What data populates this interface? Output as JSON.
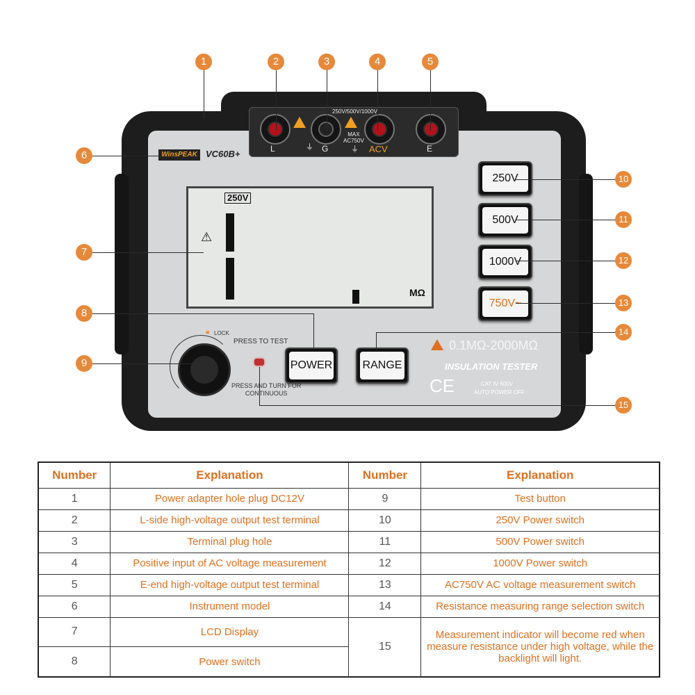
{
  "device": {
    "brand": "WinsPEAK",
    "model": "VC60B+",
    "terminal_header": "250V/500V/1000V",
    "terminal_labels": [
      "L",
      "G",
      "ACV",
      "E"
    ],
    "max_label": [
      "MAX",
      "AC750V"
    ],
    "lcd": {
      "range": "250V",
      "unit": "MΩ"
    },
    "buttons": {
      "b250": "250V",
      "b500": "500V",
      "b1000": "1000V",
      "b750": "750V~",
      "power": "POWER",
      "range": "RANGE"
    },
    "lock_label": "LOCK",
    "press_to_test": "PRESS TO TEST",
    "press_and_turn": [
      "PRESS AND TURN FOR",
      "CONTINUOUS"
    ],
    "range_text": "0.1MΩ-2000MΩ",
    "tester_label": "INSULATION TESTER",
    "ce_mark": "CE",
    "cat_text": "CAT IV 600V",
    "auto_off": "AUTO POWER OFF"
  },
  "callouts": [
    "1",
    "2",
    "3",
    "4",
    "5",
    "6",
    "7",
    "8",
    "9",
    "10",
    "11",
    "12",
    "13",
    "14",
    "15"
  ],
  "table": {
    "headers": [
      "Number",
      "Explanation",
      "Number",
      "Explanation"
    ],
    "left_rows": [
      {
        "num": "1",
        "text": "Power adapter hole plug DC12V"
      },
      {
        "num": "2",
        "text": "L-side high-voltage output test terminal"
      },
      {
        "num": "3",
        "text": "Terminal plug hole"
      },
      {
        "num": "4",
        "text": "Positive input of AC voltage measurement"
      },
      {
        "num": "5",
        "text": "E-end high-voltage output test terminal"
      },
      {
        "num": "6",
        "text": "Instrument model"
      },
      {
        "num": "7",
        "text": "LCD Display"
      },
      {
        "num": "8",
        "text": "Power switch"
      }
    ],
    "right_rows": [
      {
        "num": "9",
        "text": "Test button"
      },
      {
        "num": "10",
        "text": "250V Power switch"
      },
      {
        "num": "11",
        "text": "500V Power switch"
      },
      {
        "num": "12",
        "text": "1000V Power switch"
      },
      {
        "num": "13",
        "text": "AC750V AC voltage measurement switch"
      },
      {
        "num": "14",
        "text": "Resistance measuring range selection switch"
      },
      {
        "num": "15",
        "text": "Measurement indicator will become red when measure resistance under high voltage, while the backlight will light."
      }
    ]
  },
  "colors": {
    "accent": "#e7893a",
    "table_text": "#e07020",
    "terminal_red": "#b3121a"
  }
}
